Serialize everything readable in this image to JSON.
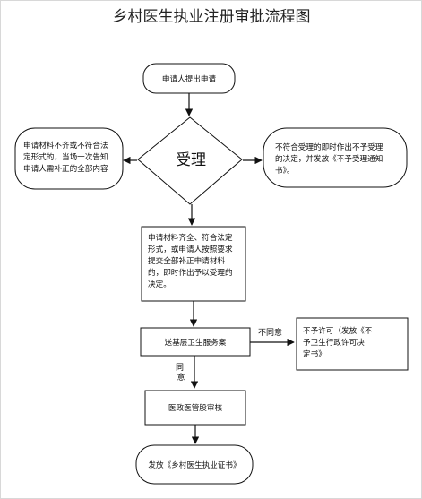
{
  "title": "乡村医生执业注册审批流程图",
  "nodes": {
    "apply": [
      "申请人提出申请"
    ],
    "accept": [
      "受理"
    ],
    "incomplete": [
      "申请材料不齐或不符合法",
      "定形式的，当场一次告知",
      "申请人需补正的全部内容"
    ],
    "reject": [
      "不符合受理的即时作出不予受理",
      "的决定，并发放《不予受理通知",
      "书》。"
    ],
    "complete": [
      "申请材料齐全、符合法定",
      "形式，或申请人按照要求",
      "提交全部补正申请材料",
      "的，即时作出予以受理的",
      "决定。"
    ],
    "township": [
      "送基层卫生服务案"
    ],
    "deny": [
      "不予许可（发放《不",
      "予卫生行政许可决",
      "定书》"
    ],
    "review": [
      "医政医管股审核"
    ],
    "issue": [
      "发放《乡村医生执业证书》"
    ]
  },
  "edges": {
    "disagree": "不同意",
    "agree": [
      "同",
      "意"
    ]
  }
}
